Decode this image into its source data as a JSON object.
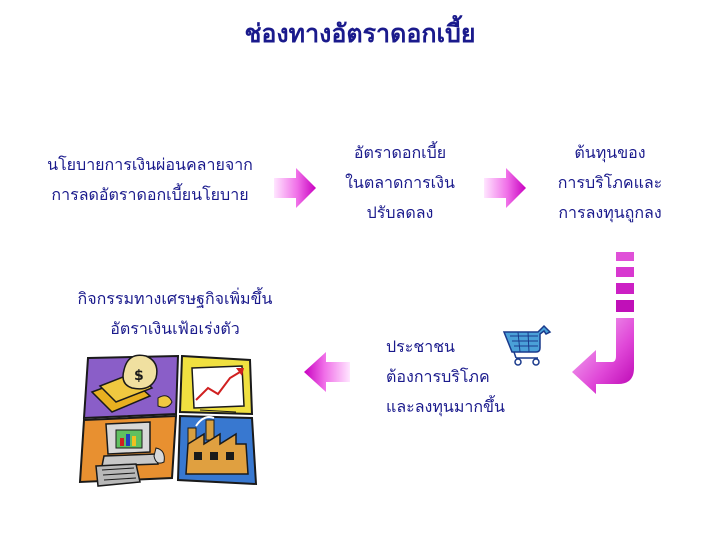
{
  "title": "ช่องทางอัตราดอกเบี้ย",
  "colors": {
    "text": "#1a1a8c",
    "arrow_light": "#ffd6ff",
    "arrow_dark": "#d400c8"
  },
  "nodes": {
    "policy": [
      "นโยบายการเงินผ่อนคลายจาก",
      "การลดอัตราดอกเบี้ยนโยบาย"
    ],
    "market_rate": [
      "อัตราดอกเบี้ย",
      "ในตลาดการเงิน",
      "ปรับลดลง"
    ],
    "cost": [
      "ต้นทุนของ",
      "การบริโภคและ",
      "การลงทุนถูกลง"
    ],
    "people": [
      "ประชาชน",
      "ต้องการบริโภค",
      "และลงทุนมากขึ้น"
    ],
    "economy": [
      "กิจกรรมทางเศรษฐกิจเพิ่มขึ้น",
      "อัตราเงินเฟ้อเร่งตัว"
    ]
  },
  "icons": {
    "cart": "shopping-cart-icon",
    "economy": "economy-collage-icon"
  }
}
